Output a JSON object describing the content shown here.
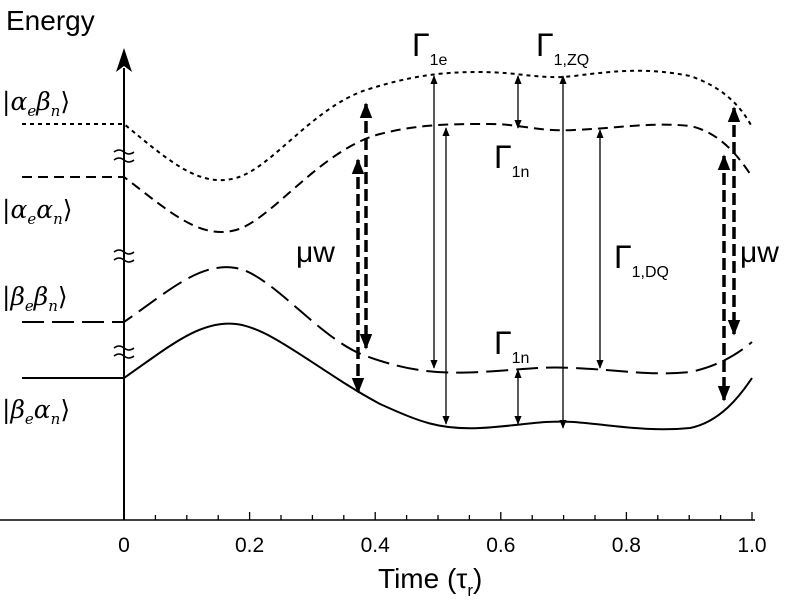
{
  "axes": {
    "y_label": "Energy",
    "x_label_prefix": "Time (",
    "x_label_tau": "τ",
    "x_label_sub": "r",
    "x_label_suffix": ")",
    "x_ticks": [
      "0",
      "0.2",
      "0.4",
      "0.6",
      "0.8",
      "1.0"
    ]
  },
  "states": {
    "s1": {
      "open": "|",
      "a": "α",
      "a_sub": "e",
      "b": "β",
      "b_sub": "n",
      "close": "⟩"
    },
    "s2": {
      "open": "|",
      "a": "α",
      "a_sub": "e",
      "b": "α",
      "b_sub": "n",
      "close": "⟩"
    },
    "s3": {
      "open": "|",
      "a": "β",
      "a_sub": "e",
      "b": "β",
      "b_sub": "n",
      "close": "⟩"
    },
    "s4": {
      "open": "|",
      "a": "β",
      "a_sub": "e",
      "b": "α",
      "b_sub": "n",
      "close": "⟩"
    }
  },
  "transitions": {
    "gamma_1e": {
      "symbol": "Γ",
      "sub": "1e"
    },
    "gamma_1zq": {
      "symbol": "Γ",
      "sub": "1,ZQ"
    },
    "gamma_1n_top": {
      "symbol": "Γ",
      "sub": "1n"
    },
    "gamma_1dq": {
      "symbol": "Γ",
      "sub": "1,DQ"
    },
    "gamma_1n_bottom": {
      "symbol": "Γ",
      "sub": "1n"
    },
    "mw_left": "μw",
    "mw_right": "μw"
  }
}
